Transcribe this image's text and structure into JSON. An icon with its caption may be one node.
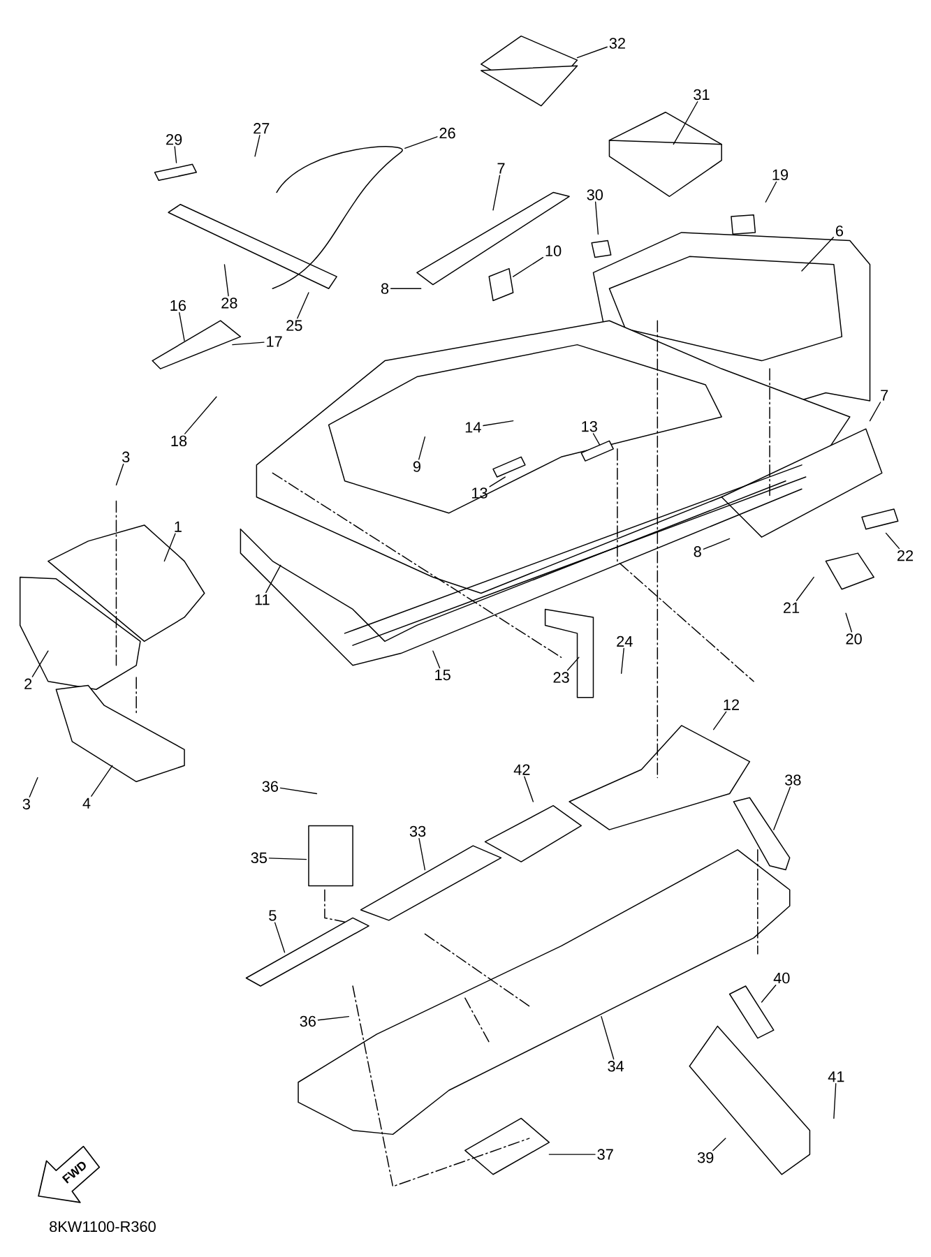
{
  "diagram": {
    "nodes": [
      {
        "text": [
          "1"
        ]
      },
      {
        "text": [
          "2"
        ]
      },
      {
        "text": [
          "3"
        ]
      },
      {
        "text": [
          "3"
        ]
      },
      {
        "text": [
          "4"
        ]
      },
      {
        "text": [
          "5"
        ]
      },
      {
        "text": [
          "6"
        ]
      },
      {
        "text": [
          "7"
        ]
      },
      {
        "text": [
          "7"
        ]
      },
      {
        "text": [
          "8"
        ]
      },
      {
        "text": [
          "8"
        ]
      },
      {
        "text": [
          "9"
        ]
      },
      {
        "text": [
          "10"
        ]
      },
      {
        "text": [
          "11"
        ]
      },
      {
        "text": [
          "12"
        ]
      },
      {
        "text": [
          "13"
        ]
      },
      {
        "text": [
          "13"
        ]
      },
      {
        "text": [
          "14"
        ]
      },
      {
        "text": [
          "15"
        ]
      },
      {
        "text": [
          "16"
        ]
      },
      {
        "text": [
          "17"
        ]
      },
      {
        "text": [
          "18"
        ]
      },
      {
        "text": [
          "19"
        ]
      },
      {
        "text": [
          "20"
        ]
      },
      {
        "text": [
          "21"
        ]
      },
      {
        "text": [
          "22"
        ]
      },
      {
        "text": [
          "23"
        ]
      },
      {
        "text": [
          "24"
        ]
      },
      {
        "text": [
          "25"
        ]
      },
      {
        "text": [
          "26"
        ]
      },
      {
        "text": [
          "27"
        ]
      },
      {
        "text": [
          "28"
        ]
      },
      {
        "text": [
          "29"
        ]
      },
      {
        "text": [
          "30"
        ]
      },
      {
        "text": [
          "31"
        ]
      },
      {
        "text": [
          "32"
        ]
      },
      {
        "text": [
          "33"
        ]
      },
      {
        "text": [
          "34"
        ]
      },
      {
        "text": [
          "35"
        ]
      },
      {
        "text": [
          "36"
        ]
      },
      {
        "text": [
          "36"
        ]
      },
      {
        "text": [
          "37"
        ]
      },
      {
        "text": [
          "38"
        ]
      },
      {
        "text": [
          "39"
        ]
      },
      {
        "text": [
          "40"
        ]
      },
      {
        "text": [
          "41"
        ]
      },
      {
        "text": [
          "42"
        ]
      }
    ],
    "edges": [
      {
        "from": 0,
        "to": null,
        "arrow": "none"
      },
      {
        "from": 1,
        "to": null,
        "arrow": "none"
      },
      {
        "from": 2,
        "to": null,
        "arrow": "none"
      },
      {
        "from": 3,
        "to": null,
        "arrow": "none"
      },
      {
        "from": 4,
        "to": null,
        "arrow": "none"
      },
      {
        "from": 5,
        "to": null,
        "arrow": "none"
      },
      {
        "from": 6,
        "to": null,
        "arrow": "none"
      },
      {
        "from": 7,
        "to": null,
        "arrow": "none"
      },
      {
        "from": 8,
        "to": null,
        "arrow": "none"
      },
      {
        "from": 9,
        "to": null,
        "arrow": "none"
      },
      {
        "from": 10,
        "to": null,
        "arrow": "none"
      },
      {
        "from": 11,
        "to": null,
        "arrow": "none"
      },
      {
        "from": 12,
        "to": null,
        "arrow": "none"
      },
      {
        "from": 13,
        "to": null,
        "arrow": "none"
      },
      {
        "from": 14,
        "to": null,
        "arrow": "none"
      },
      {
        "from": 15,
        "to": null,
        "arrow": "none"
      },
      {
        "from": 16,
        "to": null,
        "arrow": "none"
      },
      {
        "from": 17,
        "to": null,
        "arrow": "none"
      },
      {
        "from": 18,
        "to": null,
        "arrow": "none"
      },
      {
        "from": 19,
        "to": null,
        "arrow": "none"
      },
      {
        "from": 20,
        "to": null,
        "arrow": "none"
      },
      {
        "from": 21,
        "to": null,
        "arrow": "none"
      },
      {
        "from": 22,
        "to": null,
        "arrow": "none"
      },
      {
        "from": 23,
        "to": null,
        "arrow": "none"
      },
      {
        "from": 24,
        "to": null,
        "arrow": "none"
      },
      {
        "from": 25,
        "to": null,
        "arrow": "none"
      },
      {
        "from": 26,
        "to": null,
        "arrow": "none"
      },
      {
        "from": 27,
        "to": null,
        "arrow": "none"
      },
      {
        "from": 28,
        "to": null,
        "arrow": "none"
      },
      {
        "from": 29,
        "to": null,
        "arrow": "none"
      },
      {
        "from": 30,
        "to": null,
        "arrow": "none"
      },
      {
        "from": 31,
        "to": null,
        "arrow": "none"
      },
      {
        "from": 32,
        "to": null,
        "arrow": "none"
      },
      {
        "from": 33,
        "to": null,
        "arrow": "none"
      },
      {
        "from": 34,
        "to": null,
        "arrow": "none"
      },
      {
        "from": 35,
        "to": null,
        "arrow": "none"
      },
      {
        "from": 36,
        "to": null,
        "arrow": "none"
      },
      {
        "from": 37,
        "to": null,
        "arrow": "none"
      },
      {
        "from": 38,
        "to": null,
        "arrow": "none"
      },
      {
        "from": 39,
        "to": null,
        "arrow": "none"
      },
      {
        "from": 40,
        "to": null,
        "arrow": "none"
      },
      {
        "from": 41,
        "to": null,
        "arrow": "none"
      },
      {
        "from": 42,
        "to": null,
        "arrow": "none"
      },
      {
        "from": 43,
        "to": null,
        "arrow": "none"
      },
      {
        "from": 44,
        "to": null,
        "arrow": "none"
      },
      {
        "from": 45,
        "to": null,
        "arrow": "none"
      },
      {
        "from": 46,
        "to": null,
        "arrow": "none"
      }
    ],
    "labels": [
      "FWD",
      "8KW1100-R360"
    ]
  }
}
